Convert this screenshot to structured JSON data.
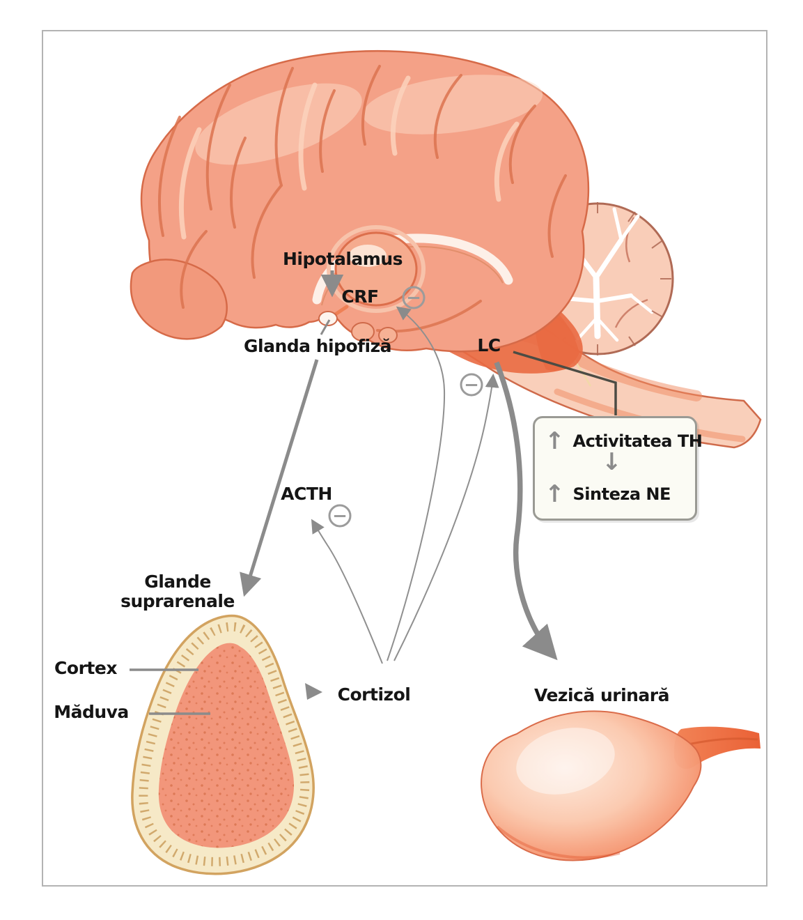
{
  "figure": {
    "description": "Stress pathway diagram: brain sagittal section with HPA axis and locus coeruleus outputs",
    "labels": {
      "hypothalamus": "Hipotalamus",
      "crf": "CRF",
      "pituitary": "Glanda hipofiză",
      "locus_coeruleus": "LC",
      "acth": "ACTH",
      "adrenal_glands": "Glande suprarenale",
      "cortex": "Cortex",
      "medulla": "Măduva",
      "cortisol": "Cortizol",
      "urinary_bladder": "Vezică urinară"
    },
    "callout": {
      "up_arrow_icon": "↑",
      "down_arrow_icon": "↓",
      "line1": "Activitatea TH",
      "line2": "Sinteza NE"
    },
    "feedback_minus_icon": "−",
    "colors": {
      "frame_border": "#b3b3b3",
      "label_text": "#151515",
      "arrow_gray": "#8b8b8b",
      "leader_dark": "#4c4c44",
      "minus_gray": "#9b9b9b",
      "brain_base": "#f4a187",
      "brain_outline": "#d66a48",
      "brain_deep_orange": "#e96a42",
      "brain_highlight": "#fbd2bc",
      "cerebellum_fill": "#f9cdb8",
      "brainstem_fill": "#f9cfba",
      "adrenal_cortex_fill": "#f6e9c7",
      "adrenal_cortex_edge": "#d2a360",
      "adrenal_medulla_fill": "#f2967b",
      "bladder_center": "#fdeade",
      "bladder_edge": "#ef7049",
      "callout_bg": "#fbfbf4",
      "callout_border": "#9a9a94"
    }
  }
}
